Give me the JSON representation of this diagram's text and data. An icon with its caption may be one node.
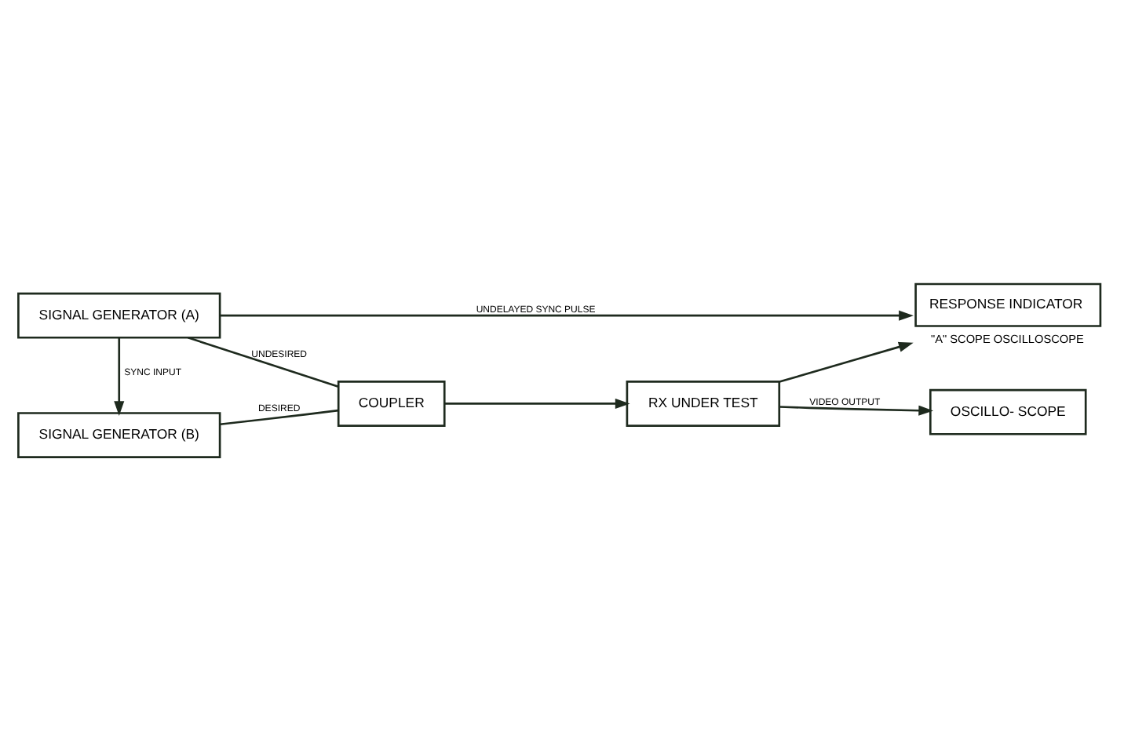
{
  "diagram": {
    "nodes": [
      {
        "text": [
          "SIGNAL GENERATOR (A)"
        ]
      },
      {
        "text": [
          "OSCILLO- SCOPE"
        ]
      },
      {
        "text": [
          "COUPLER"
        ]
      },
      {
        "text": [
          "RX UNDER TEST"
        ]
      },
      {
        "text": [
          "SIGNAL GENERATOR (B)"
        ]
      },
      {
        "text": [
          "RESPONSE INDICATOR"
        ],
        "beside": [
          "\"A\" SCOPE OSCILLOSCOPE"
        ]
      }
    ],
    "edges": [
      {
        "from": 0,
        "to": 2,
        "arrow": "none",
        "label": "UNDESIRED"
      },
      {
        "from": 4,
        "to": 2,
        "arrow": "none",
        "label": "DESIRED"
      },
      {
        "from": 2,
        "to": 3,
        "arrow": "to"
      },
      {
        "from": 3,
        "to": 1,
        "arrow": "to",
        "label": "VIDEO OUTPUT"
      },
      {
        "from": 3,
        "to": 5,
        "arrow": "to"
      },
      {
        "from": 0,
        "to": 4,
        "arrow": "to",
        "label": "SYNC INPUT"
      },
      {
        "from": 0,
        "to": 5,
        "arrow": "to",
        "label": "UNDELAYED SYNC PULSE"
      }
    ]
  }
}
